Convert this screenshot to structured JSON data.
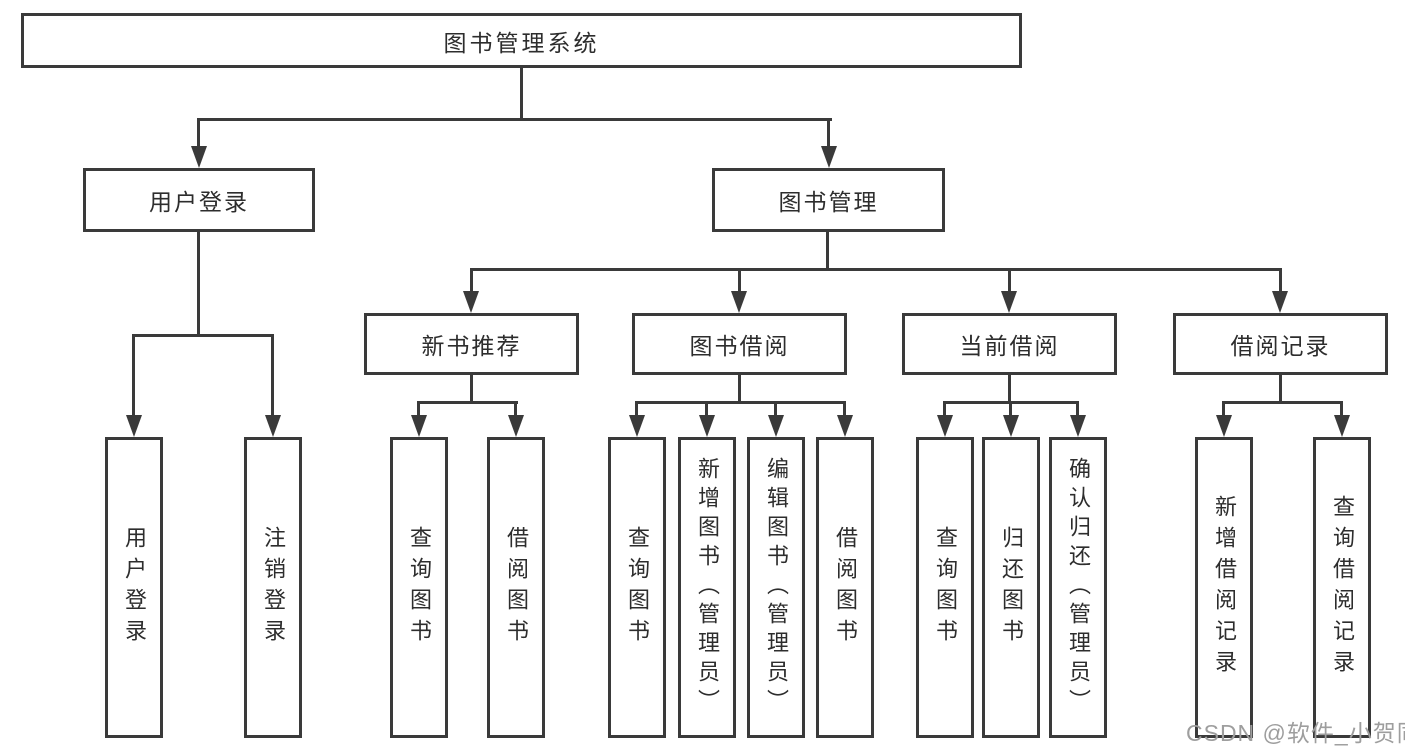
{
  "diagram": {
    "colors": {
      "line": "#3a3a3a",
      "text": "#2d2d2d",
      "background": "#ffffff",
      "watermark": "#9e9e9e"
    },
    "tree": {
      "root": "图书管理系统",
      "branches": [
        {
          "label": "用户登录",
          "children": [
            "用户登录",
            "注销登录"
          ]
        },
        {
          "label": "图书管理",
          "children": [
            {
              "label": "新书推荐",
              "children": [
                "查询图书",
                "借阅图书"
              ]
            },
            {
              "label": "图书借阅",
              "children": [
                "查询图书",
                "新增图书（管理员）",
                "编辑图书（管理员）",
                "借阅图书"
              ]
            },
            {
              "label": "当前借阅",
              "children": [
                "查询图书",
                "归还图书",
                "确认归还（管理员）"
              ]
            },
            {
              "label": "借阅记录",
              "children": [
                "新增借阅记录",
                "查询借阅记录"
              ]
            }
          ]
        }
      ]
    },
    "watermark": "CSDN @软件_小贺同学"
  }
}
